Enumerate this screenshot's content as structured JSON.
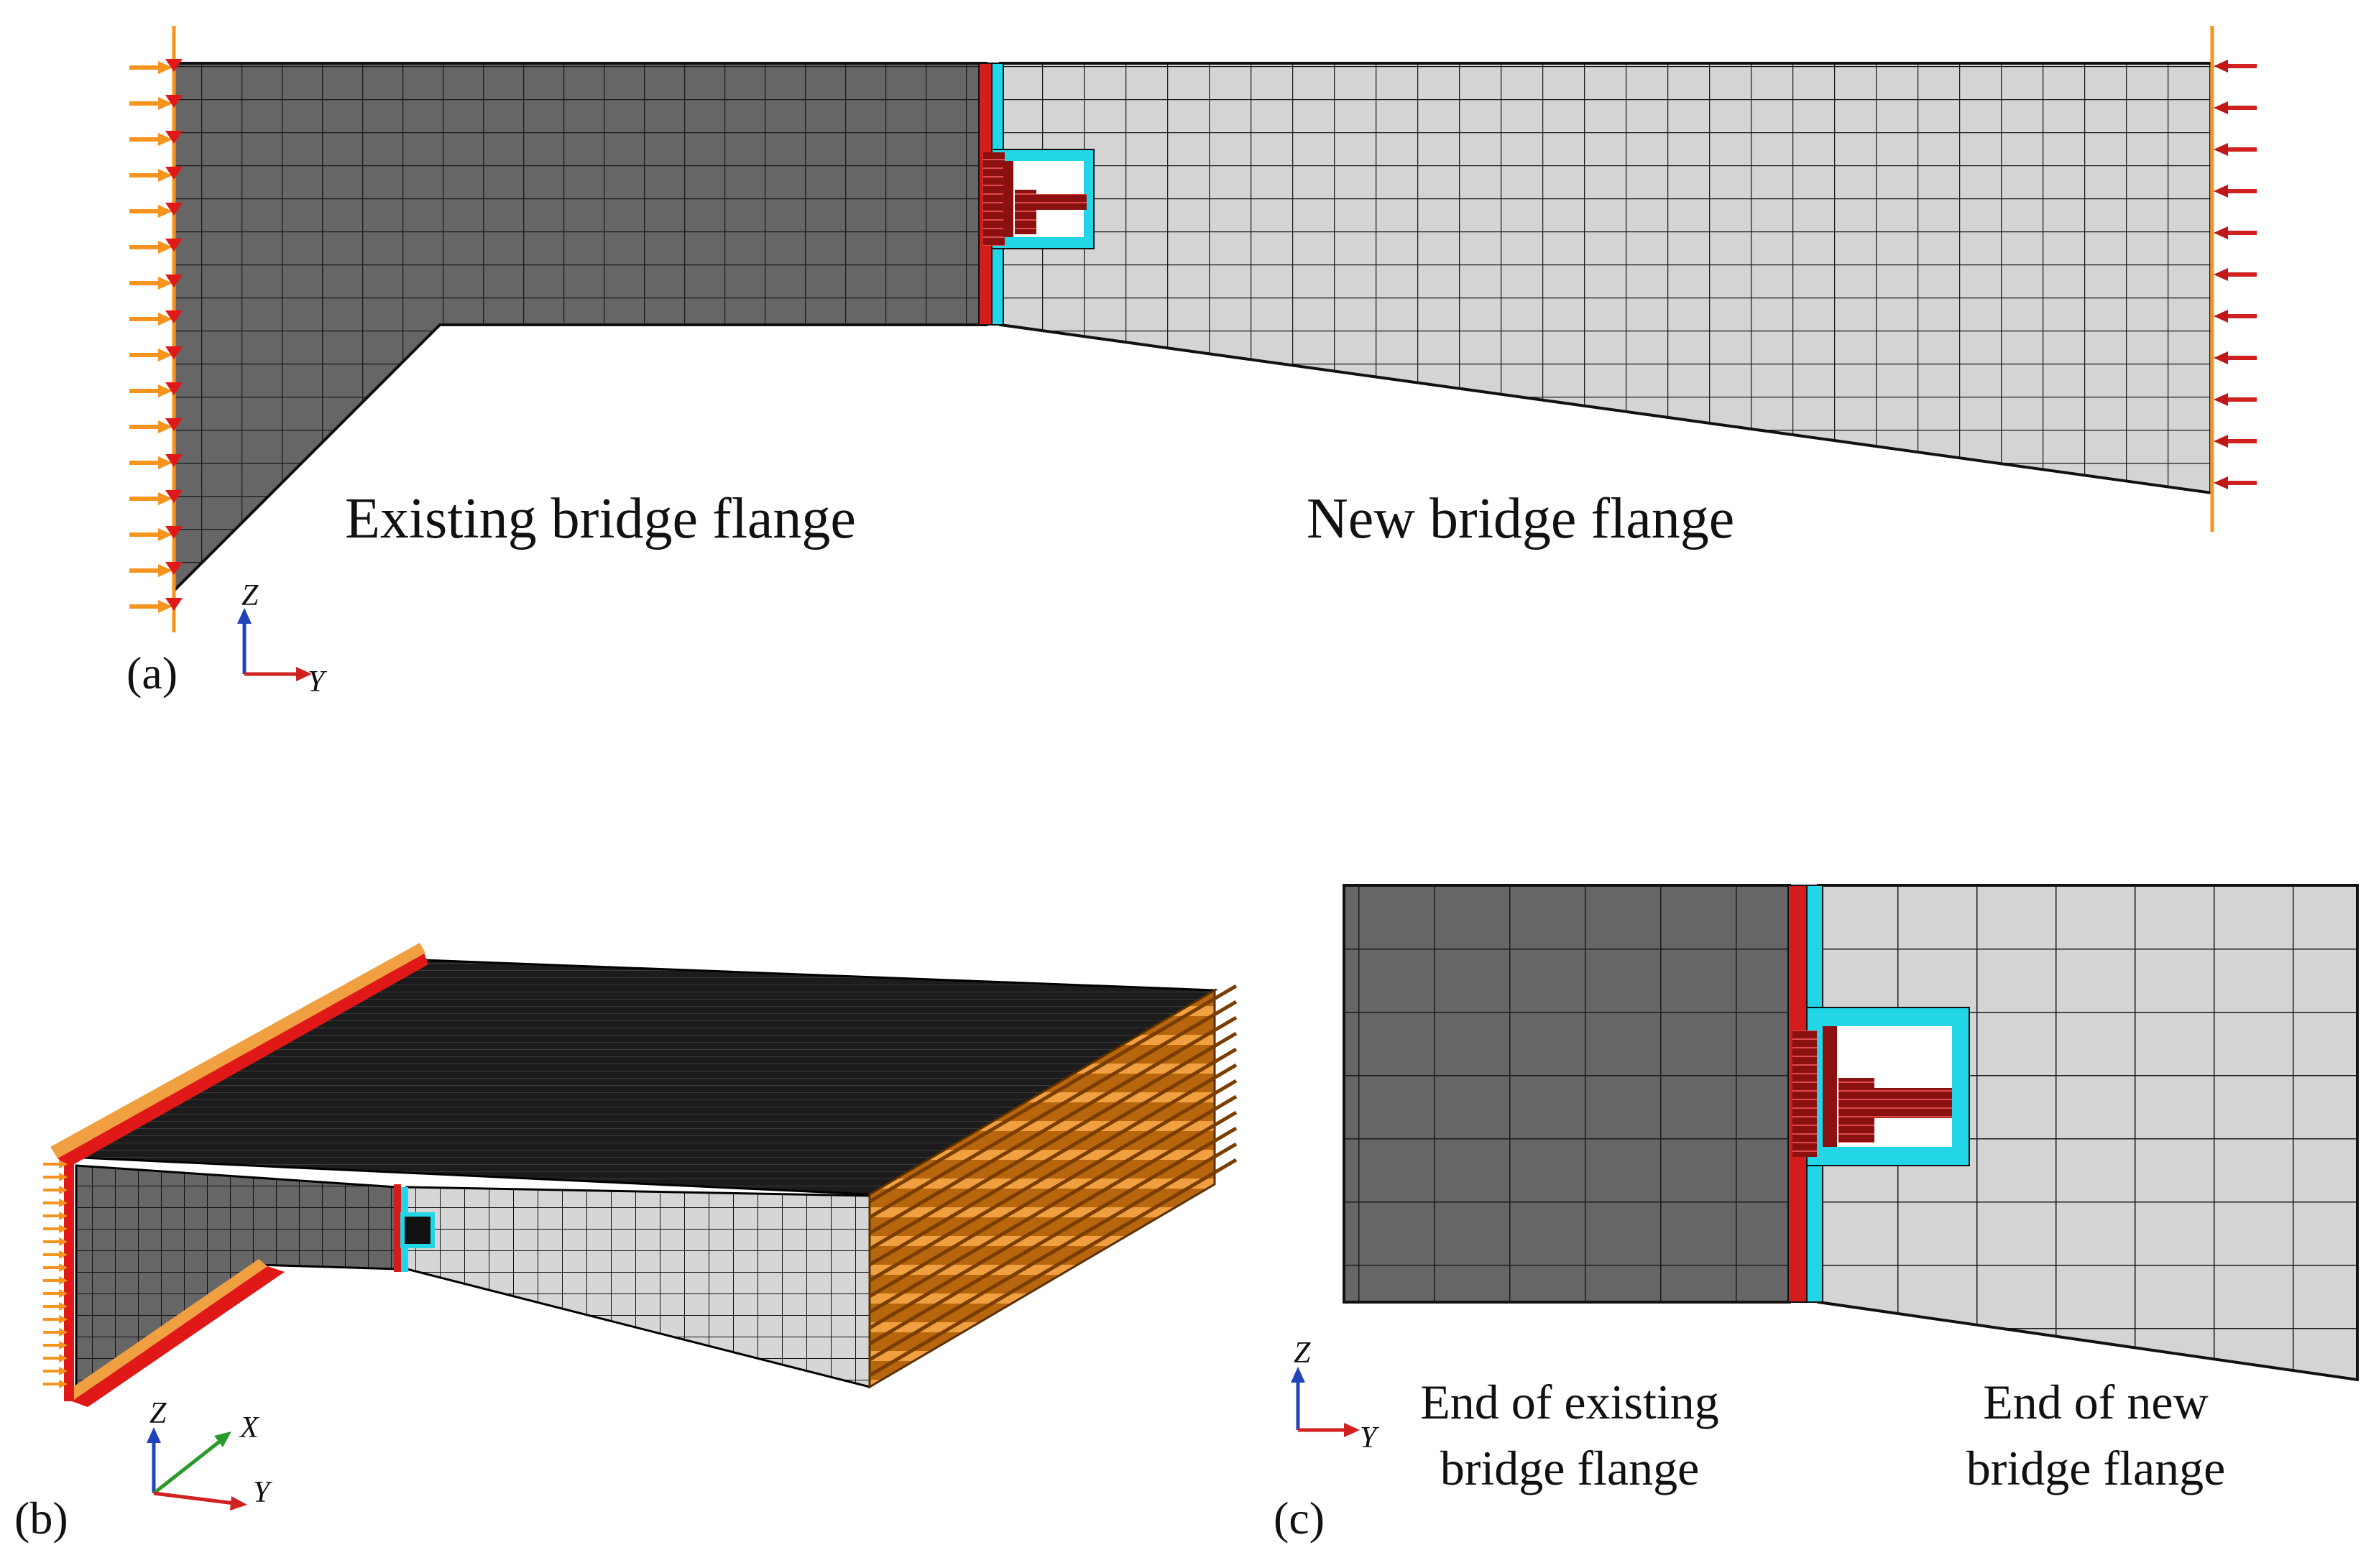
{
  "panels": {
    "a": {
      "letter": "(a)",
      "labels": {
        "existing": "Existing bridge flange",
        "new": "New bridge flange"
      },
      "axes": {
        "vertical": "Z",
        "horizontal": "Y"
      }
    },
    "b": {
      "letter": "(b)",
      "axes": {
        "vertical": "Z",
        "horizontal": "Y",
        "depth": "X"
      }
    },
    "c": {
      "letter": "(c)",
      "labels": {
        "existing_line1": "End of existing",
        "existing_line2": "bridge flange",
        "new_line1": "End of new",
        "new_line2": "bridge flange"
      },
      "axes": {
        "vertical": "Z",
        "horizontal": "Y"
      }
    }
  },
  "colors": {
    "existing_mesh": "#666666",
    "new_mesh": "#d4d4d4",
    "mesh_line": "#1a1a1a",
    "joint_red": "#d51c1c",
    "joint_cyan": "#22d6e8",
    "reinforcement": "#8b1111",
    "load_arrow_orange": "#f7941d",
    "support_red": "#e01818",
    "axis_z": "#2244bb",
    "axis_y": "#d12020",
    "axis_x": "#2a9a2a"
  }
}
